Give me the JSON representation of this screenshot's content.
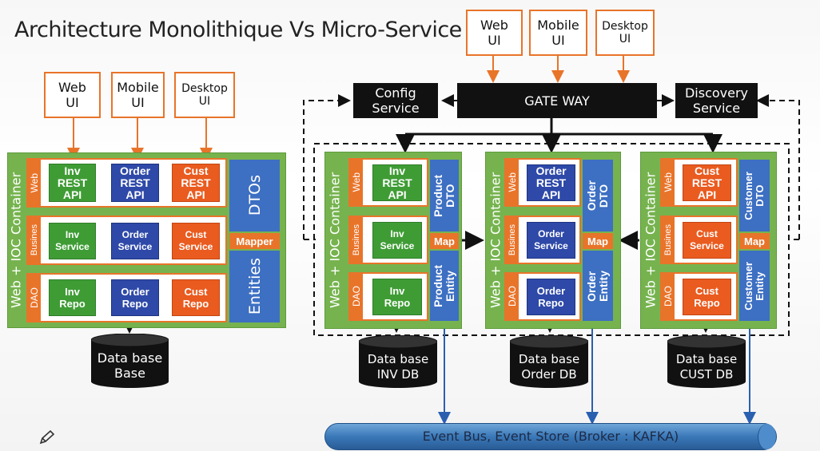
{
  "title": "Architecture Monolithique Vs Micro-Service",
  "mono": {
    "ui": [
      "Web\nUI",
      "Mobile\nUI",
      "Desktop\nUI"
    ],
    "container": "Web + IOC Container",
    "layers": [
      "Web",
      "Busines",
      "DAO"
    ],
    "web": [
      "Inv\nREST API",
      "Order\nREST API",
      "Cust\nREST API"
    ],
    "service": [
      "Inv\nService",
      "Order\nService",
      "Cust\nService"
    ],
    "repo": [
      "Inv\nRepo",
      "Order\nRepo",
      "Cust\nRepo"
    ],
    "dtos": "DTOs",
    "mapper": "Mapper",
    "entities": "Entities",
    "db": "Data base\nBase"
  },
  "micro": {
    "ui": [
      "Web\nUI",
      "Mobile\nUI",
      "Desktop\nUI"
    ],
    "config": "Config\nService",
    "gateway": "GATE WAY",
    "discovery": "Discovery\nService",
    "services": [
      {
        "container": "Web + IOC Container",
        "web": "Inv\nREST API",
        "service": "Inv\nService",
        "repo": "Inv\nRepo",
        "dto": "Product\nDTO",
        "map": "Map",
        "entity": "Product\nEntity",
        "db": "Data base\nINV DB",
        "color": "green"
      },
      {
        "container": "Web + IOC Container",
        "web": "Order\nREST API",
        "service": "Order\nService",
        "repo": "Order\nRepo",
        "dto": "Order\nDTO",
        "map": "Map",
        "entity": "Order\nEntity",
        "db": "Data base\nOrder DB",
        "color": "blue"
      },
      {
        "container": "Web + IOC Container",
        "web": "Cust\nREST API",
        "service": "Cust\nService",
        "repo": "Cust\nRepo",
        "dto": "Customer\nDTO",
        "map": "Map",
        "entity": "Customer\nEntity",
        "db": "Data base\nCUST DB",
        "color": "orange"
      }
    ],
    "layers": [
      "Web",
      "Busines",
      "DAO"
    ],
    "bus": "Event Bus, Event Store (Broker : KAFKA)"
  },
  "colors": {
    "orange": "#e8742a",
    "green": "#3f9c35",
    "blue": "#2e49a8",
    "container": "#76b34f",
    "bus": "#3a78b8"
  }
}
